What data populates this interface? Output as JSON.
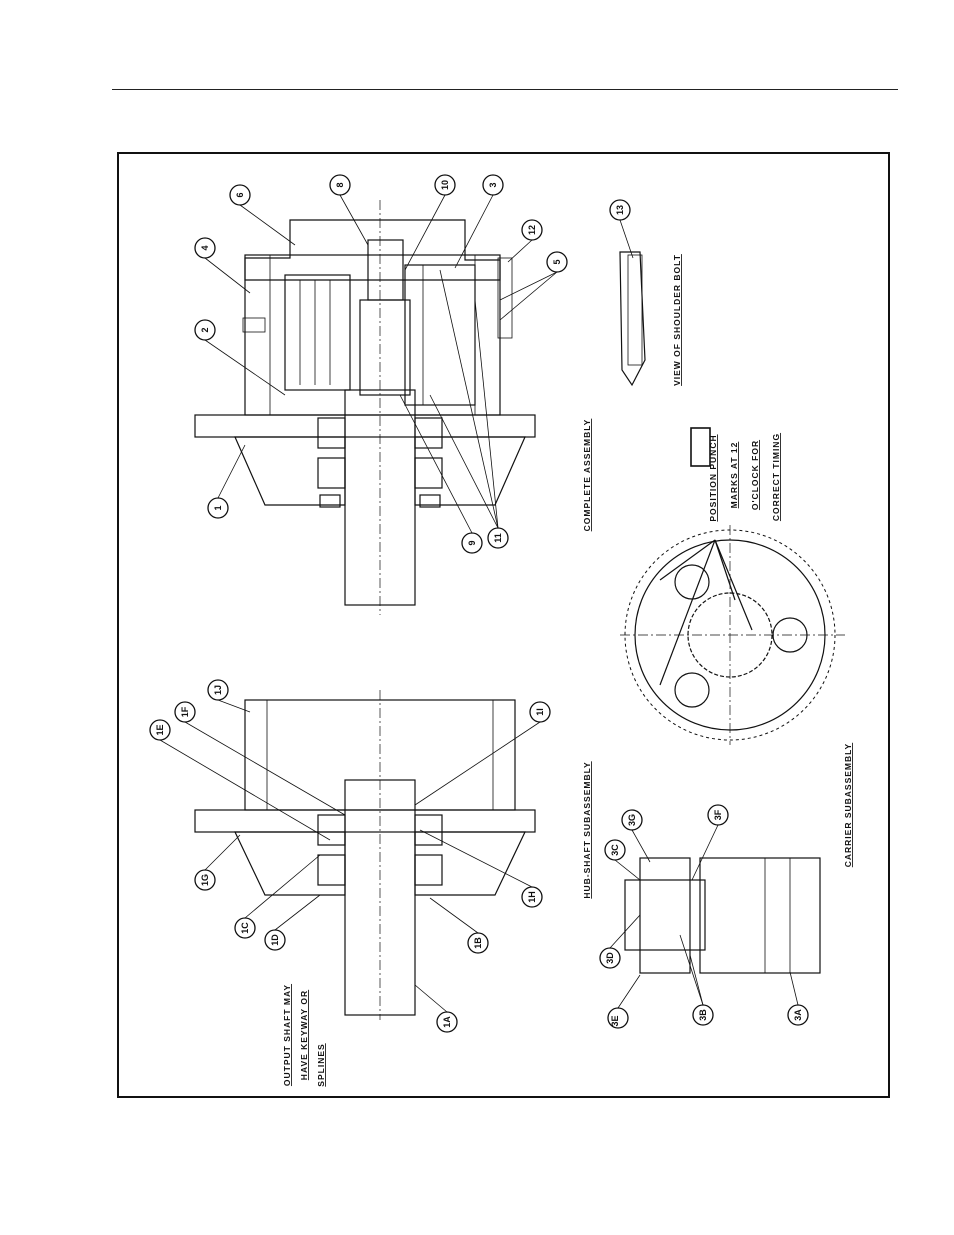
{
  "callouts": {
    "c1": "1",
    "c2": "2",
    "c3": "3",
    "c4": "4",
    "c5": "5",
    "c6": "6",
    "c8": "8",
    "c9": "9",
    "c10": "10",
    "c11": "11",
    "c12": "12",
    "c13": "13",
    "c1A": "1A",
    "c1B": "1B",
    "c1C": "1C",
    "c1D": "1D",
    "c1E": "1E",
    "c1F": "1F",
    "c1G": "1G",
    "c1H": "1H",
    "c1I": "1I",
    "c1J": "1J",
    "c3A": "3A",
    "c3B": "3B",
    "c3C": "3C",
    "c3D": "3D",
    "c3E": "3E",
    "c3F": "3F",
    "c3G": "3G"
  },
  "captions": {
    "complete_assembly": "COMPLETE  ASSEMBLY",
    "view_shoulder_bolt": "VIEW  OF  SHOULDER  BOLT",
    "hub_shaft": "HUB-SHAFT  SUBASSEMBLY",
    "carrier": "CARRIER  SUBASSEMBLY",
    "output_note_1": "OUTPUT  SHAFT  MAY",
    "output_note_2": "HAVE  KEYWAY  OR",
    "output_note_3": "SPLINES",
    "timing_1": "POSITION  PUNCH",
    "timing_2": "MARKS  AT  12",
    "timing_3": "O'CLOCK  FOR",
    "timing_4": "CORRECT  TIMING"
  }
}
